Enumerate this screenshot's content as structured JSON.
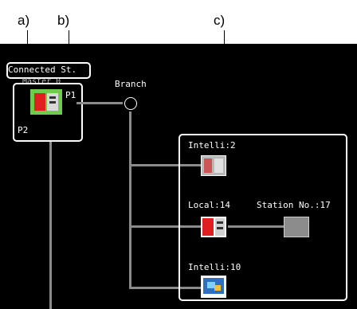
{
  "callouts": {
    "a": "a)",
    "b": "b)",
    "c": "c)"
  },
  "connected_station_label": "Connected St.",
  "master": {
    "name_partial": "Master 0",
    "port1": "P1",
    "port2": "P2"
  },
  "branch_label": "Branch",
  "stations": [
    {
      "label": "Intelli:2",
      "icon": "intelligent-module-icon"
    },
    {
      "label": "Local:14",
      "icon": "plc-station-icon"
    },
    {
      "label": "Station No.:17",
      "icon": "unknown-station-icon"
    },
    {
      "label": "Intelli:10",
      "icon": "intelligent-device-icon"
    }
  ],
  "colors": {
    "background": "#000000",
    "line_white": "#ffffff",
    "line_gray": "#8a8a8a",
    "master_green": "#6ecb4c",
    "plc_red": "#e02020"
  }
}
